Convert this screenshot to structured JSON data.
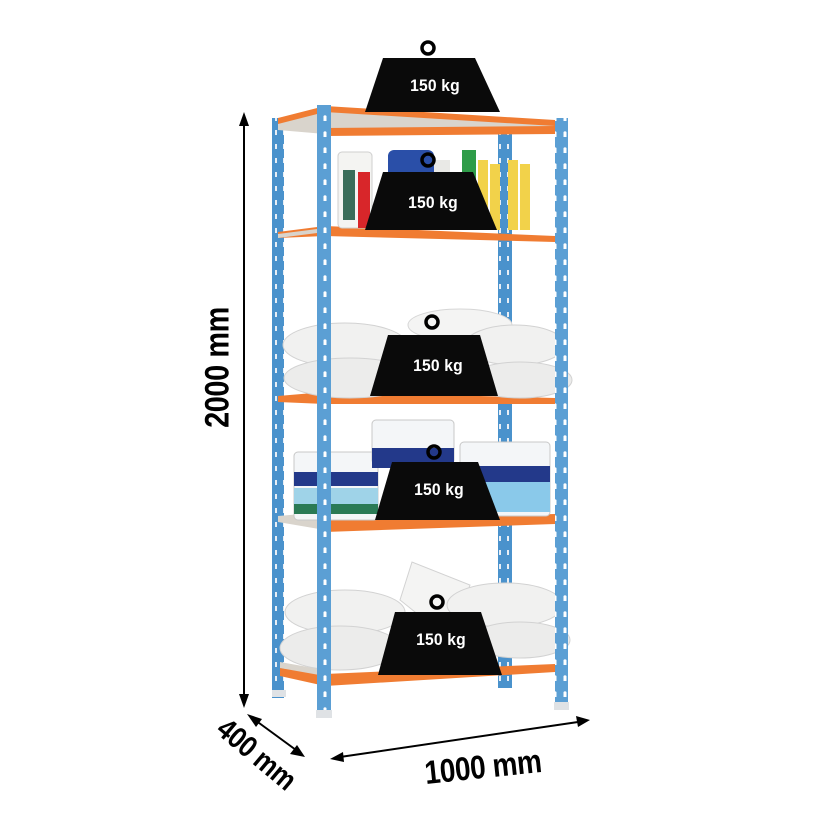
{
  "product": {
    "type": "metal-shelving-unit",
    "shelf_count": 5,
    "colors": {
      "uprights": "#5b9fd4",
      "upright_dark": "#3f86c0",
      "shelf_frame": "#f07c32",
      "shelf_board": "#d9d4cc",
      "weight": "#0a0a0a",
      "weight_text": "#ffffff",
      "dimension_lines": "#000000"
    }
  },
  "weights": [
    {
      "label": "150 kg",
      "shelf": 1
    },
    {
      "label": "150 kg",
      "shelf": 2
    },
    {
      "label": "150 kg",
      "shelf": 3
    },
    {
      "label": "150 kg",
      "shelf": 4
    },
    {
      "label": "150 kg",
      "shelf": 5
    }
  ],
  "dimensions": {
    "height": "2000 mm",
    "depth": "400 mm",
    "width": "1000 mm"
  }
}
